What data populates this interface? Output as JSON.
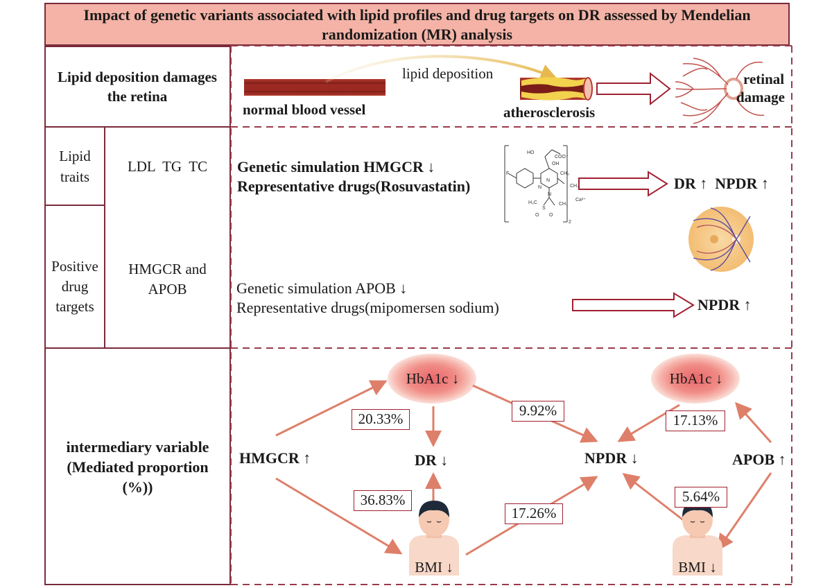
{
  "title": {
    "line1": "Impact of genetic variants associated with lipid profiles and drug targets on DR assessed by Mendelian",
    "line2": "randomization (MR) analysis"
  },
  "left": {
    "lipid_deposition_l1": "Lipid deposition damages",
    "lipid_deposition_l2": "the retina",
    "lipid_traits_l1": "Lipid",
    "lipid_traits_l2": "traits",
    "lipid_traits_values": "LDL  TG  TC",
    "drug_targets_l1": "Positive",
    "drug_targets_l2": "drug",
    "drug_targets_l3": "targets",
    "drug_targets_values_l1": "HMGCR and",
    "drug_targets_values_l2": "APOB",
    "intermediary_l1": "intermediary variable",
    "intermediary_l2": "(Mediated proportion",
    "intermediary_l3": "(%))"
  },
  "row1": {
    "lipid_deposition": "lipid deposition",
    "normal_vessel": "normal blood vessel",
    "atherosclerosis": "atherosclerosis",
    "retinal_l1": "retinal",
    "retinal_l2": "damage"
  },
  "row2": {
    "hmgcr_l1": "Genetic simulation HMGCR ↓",
    "hmgcr_l2": "Representative drugs(Rosuvastatin)",
    "hmgcr_result": "DR ↑  NPDR ↑",
    "apob_l1": "Genetic simulation APOB ↓",
    "apob_l2": "Representative drugs(mipomersen sodium)",
    "apob_result": "NPDR ↑",
    "chem_labels": [
      "HO",
      "COO⁻",
      "OH",
      "F",
      "N",
      "N",
      "CH₃",
      "CH₃",
      "H₃C",
      "S",
      "N",
      "O",
      "O",
      "CH₃",
      "Ca²⁺",
      "2"
    ]
  },
  "row3": {
    "hba1c_left": "HbA1c ↓",
    "hba1c_right": "HbA1c ↓",
    "hmgcr": "HMGCR ↑",
    "dr": "DR ↓",
    "npdr": "NPDR ↓",
    "apob": "APOB ↑",
    "bmi_left": "BMI ↓",
    "bmi_right": "BMI ↓",
    "p_hmgcr_hba1c": "20.33%",
    "p_hba1c_npdr": "9.92%",
    "p_hba1c_apob": "17.13%",
    "p_hmgcr_bmi": "36.83%",
    "p_bmi_npdr": "17.26%",
    "p_apob_bmi": "5.64%"
  },
  "colors": {
    "border": "#7a2a3a",
    "title_bg": "#f4b3a6",
    "dashed": "#9a3a4a",
    "arrow": "#de7f6a",
    "ellipse": "#e8676a",
    "box_border": "#a02030"
  },
  "icons": [
    "blood-vessel-icon",
    "atherosclerosis-vessel-icon",
    "retina-vessel-icon",
    "rosuvastatin-structure-icon",
    "eye-fundus-icon",
    "person-bmi-icon"
  ]
}
